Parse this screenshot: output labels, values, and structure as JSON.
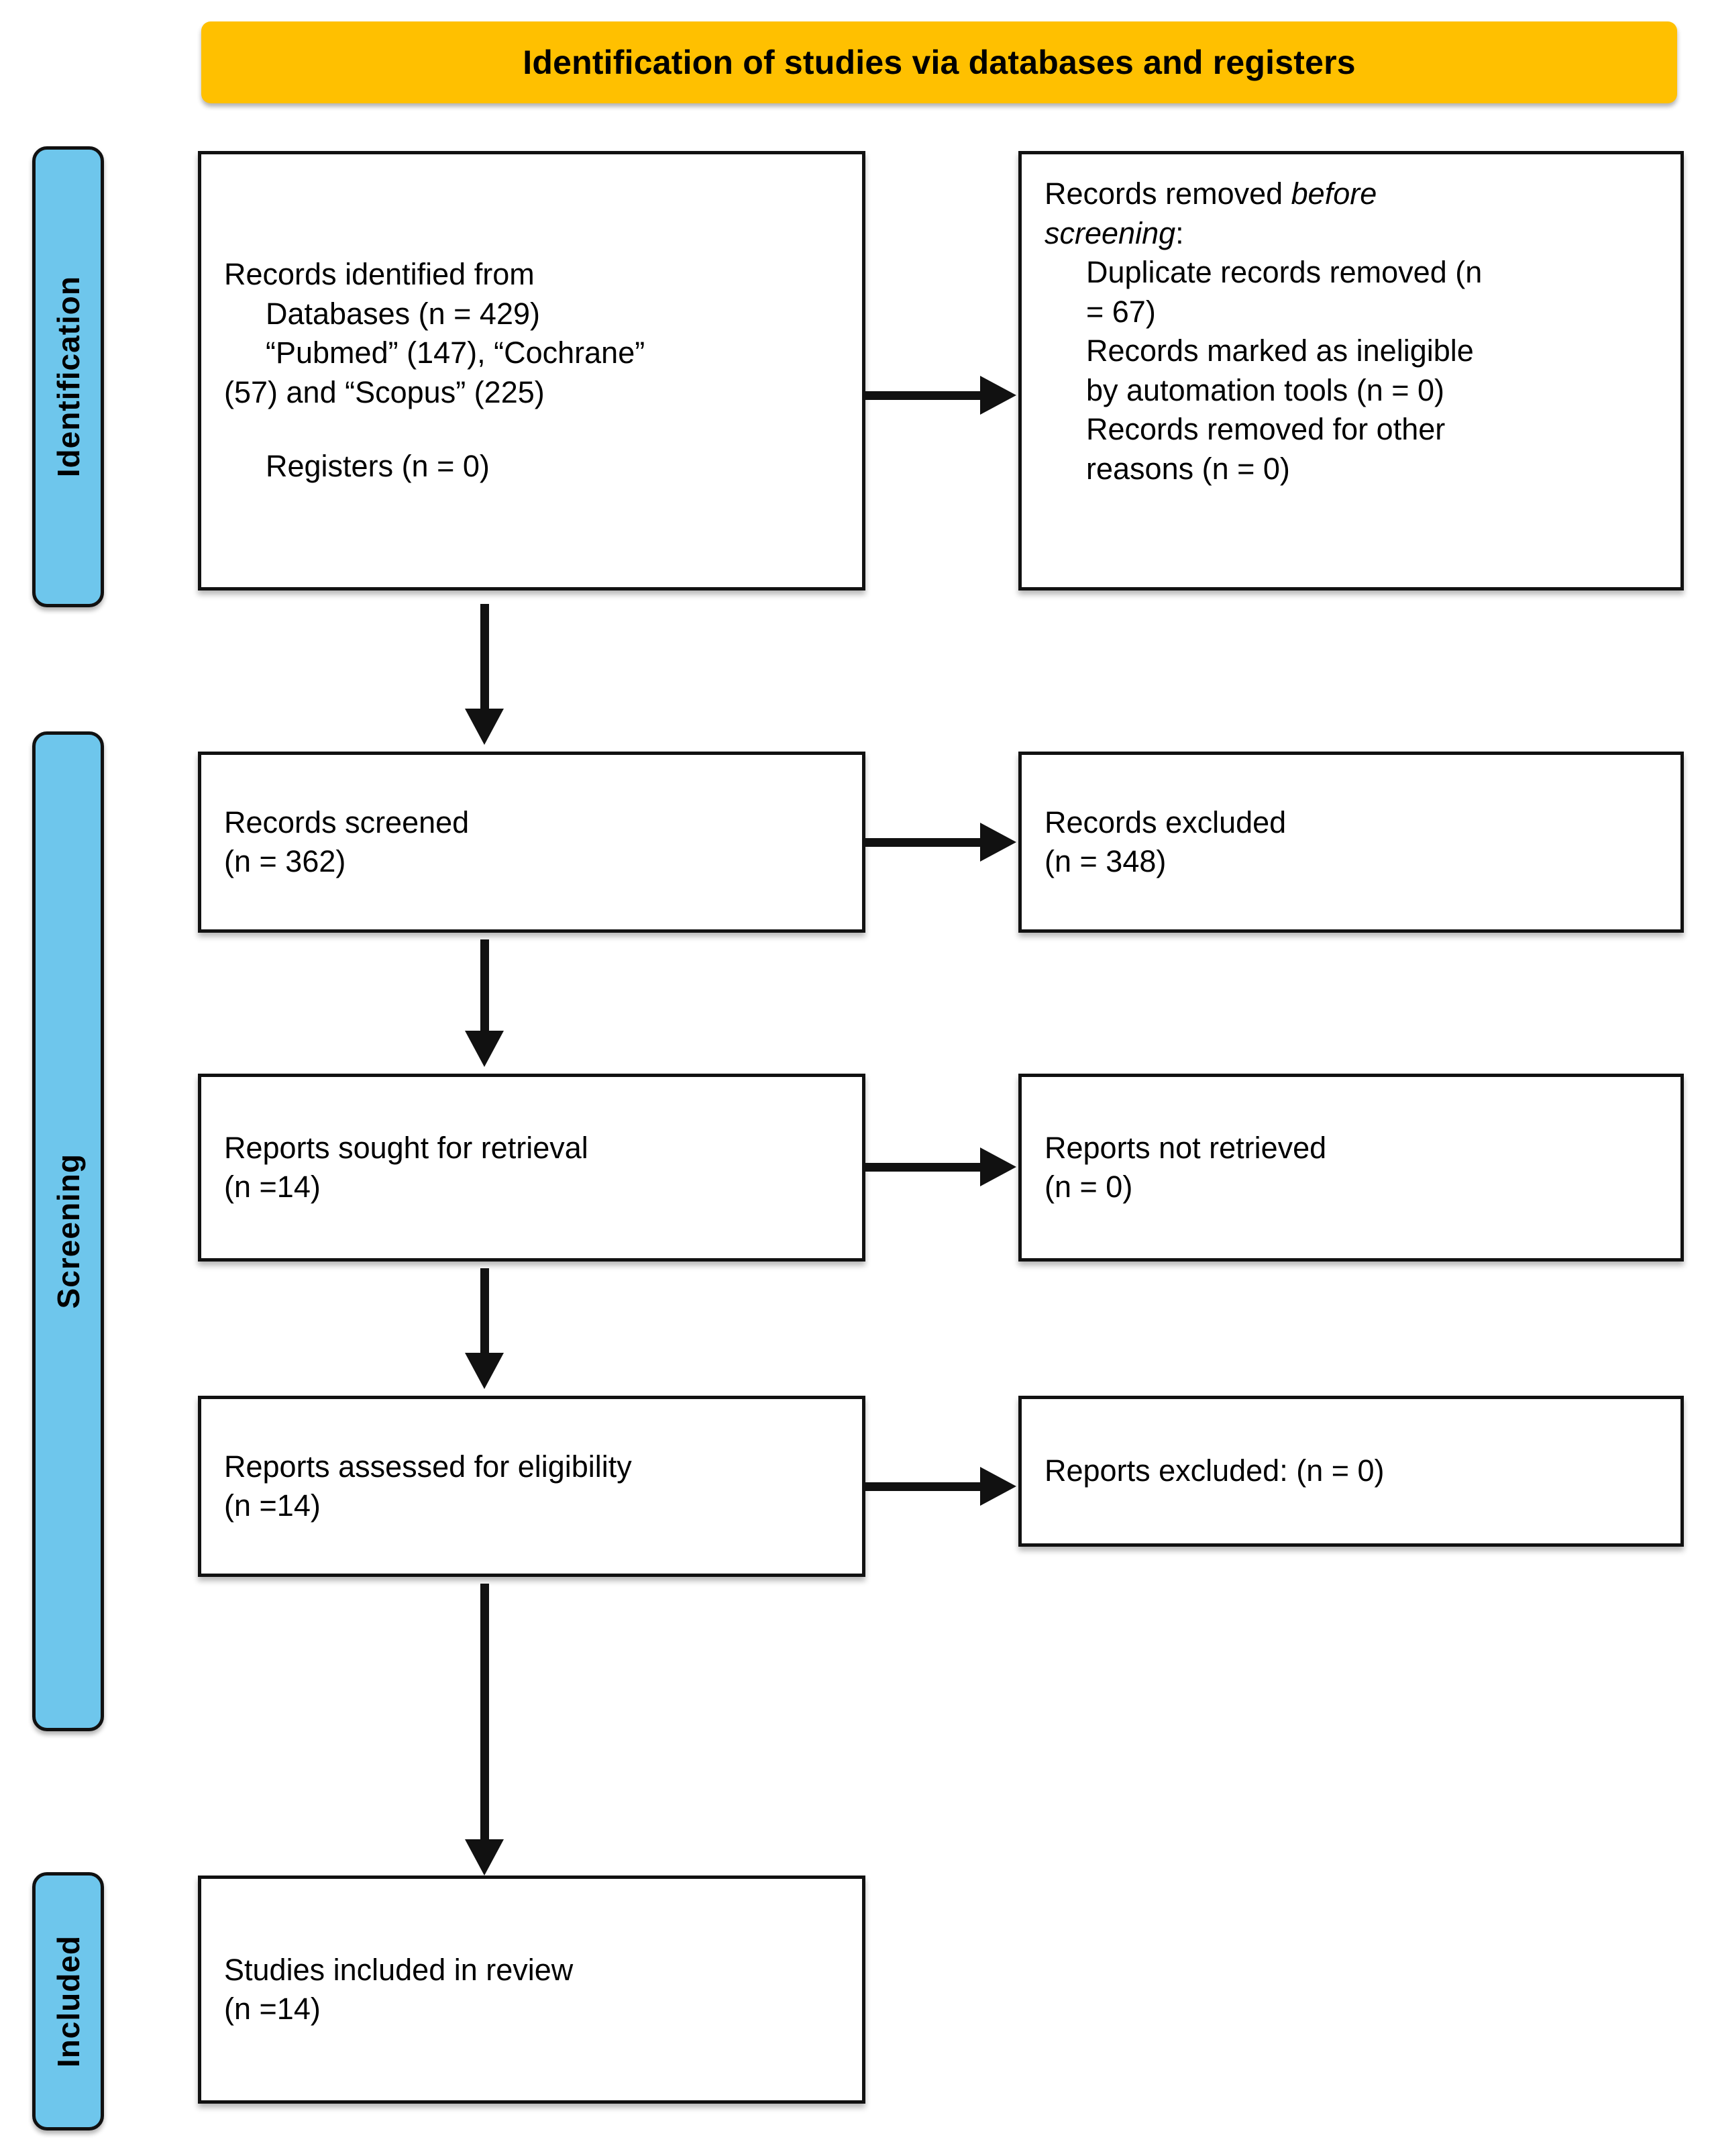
{
  "banner": {
    "title": "Identification of studies via databases and registers",
    "color": "#FFC000"
  },
  "phases": {
    "color": "#6EC6EC",
    "identification": "Identification",
    "screening": "Screening",
    "included": "Included"
  },
  "boxes": {
    "identified": {
      "line1": "Records identified from",
      "line2": "Databases (n = 429)",
      "line3": "“Pubmed” (147), “Cochrane”",
      "line4": "(57) and “Scopus” (225)",
      "line5": "Registers (n = 0)"
    },
    "removed": {
      "line1": "Records removed ",
      "line1_italic": "before",
      "line2_italic": "screening",
      "line2_tail": ":",
      "line3": "Duplicate records removed (n",
      "line4": "= 67)",
      "line5": "Records marked as ineligible",
      "line6": "by automation tools (n = 0)",
      "line7": "Records removed for other",
      "line8": "reasons (n = 0)"
    },
    "screened": {
      "line1": "Records screened",
      "line2": "(n =  362)"
    },
    "excluded": {
      "line1": "Records excluded",
      "line2": "(n = 348)"
    },
    "sought": {
      "line1": "Reports sought for retrieval",
      "line2": "(n =14)"
    },
    "not_retrieved": {
      "line1": "Reports not retrieved",
      "line2": "(n = 0)"
    },
    "assessed": {
      "line1": "Reports assessed for eligibility",
      "line2": "(n =14)"
    },
    "reports_excluded": {
      "line1": "Reports excluded: (n = 0)"
    },
    "included": {
      "line1": "Studies included in review",
      "line2": "(n =14)"
    }
  },
  "chart_data": {
    "type": "diagram",
    "title": "PRISMA 2020 flow diagram",
    "nodes": [
      {
        "id": "identified",
        "label": "Records identified from Databases",
        "n": 429
      },
      {
        "id": "pubmed",
        "label": "Pubmed",
        "n": 147
      },
      {
        "id": "cochrane",
        "label": "Cochrane",
        "n": 57
      },
      {
        "id": "scopus",
        "label": "Scopus",
        "n": 225
      },
      {
        "id": "registers",
        "label": "Registers",
        "n": 0
      },
      {
        "id": "duplicates",
        "label": "Duplicate records removed",
        "n": 67
      },
      {
        "id": "ineligible_auto",
        "label": "Records marked as ineligible by automation tools",
        "n": 0
      },
      {
        "id": "removed_other",
        "label": "Records removed for other reasons",
        "n": 0
      },
      {
        "id": "screened",
        "label": "Records screened",
        "n": 362
      },
      {
        "id": "records_excluded",
        "label": "Records excluded",
        "n": 348
      },
      {
        "id": "sought",
        "label": "Reports sought for retrieval",
        "n": 14
      },
      {
        "id": "not_retrieved",
        "label": "Reports not retrieved",
        "n": 0
      },
      {
        "id": "assessed",
        "label": "Reports assessed for eligibility",
        "n": 14
      },
      {
        "id": "reports_excluded",
        "label": "Reports excluded",
        "n": 0
      },
      {
        "id": "included",
        "label": "Studies included in review",
        "n": 14
      }
    ],
    "edges": [
      {
        "from": "identified",
        "to": "duplicates"
      },
      {
        "from": "identified",
        "to": "screened"
      },
      {
        "from": "screened",
        "to": "records_excluded"
      },
      {
        "from": "screened",
        "to": "sought"
      },
      {
        "from": "sought",
        "to": "not_retrieved"
      },
      {
        "from": "sought",
        "to": "assessed"
      },
      {
        "from": "assessed",
        "to": "reports_excluded"
      },
      {
        "from": "assessed",
        "to": "included"
      }
    ]
  }
}
